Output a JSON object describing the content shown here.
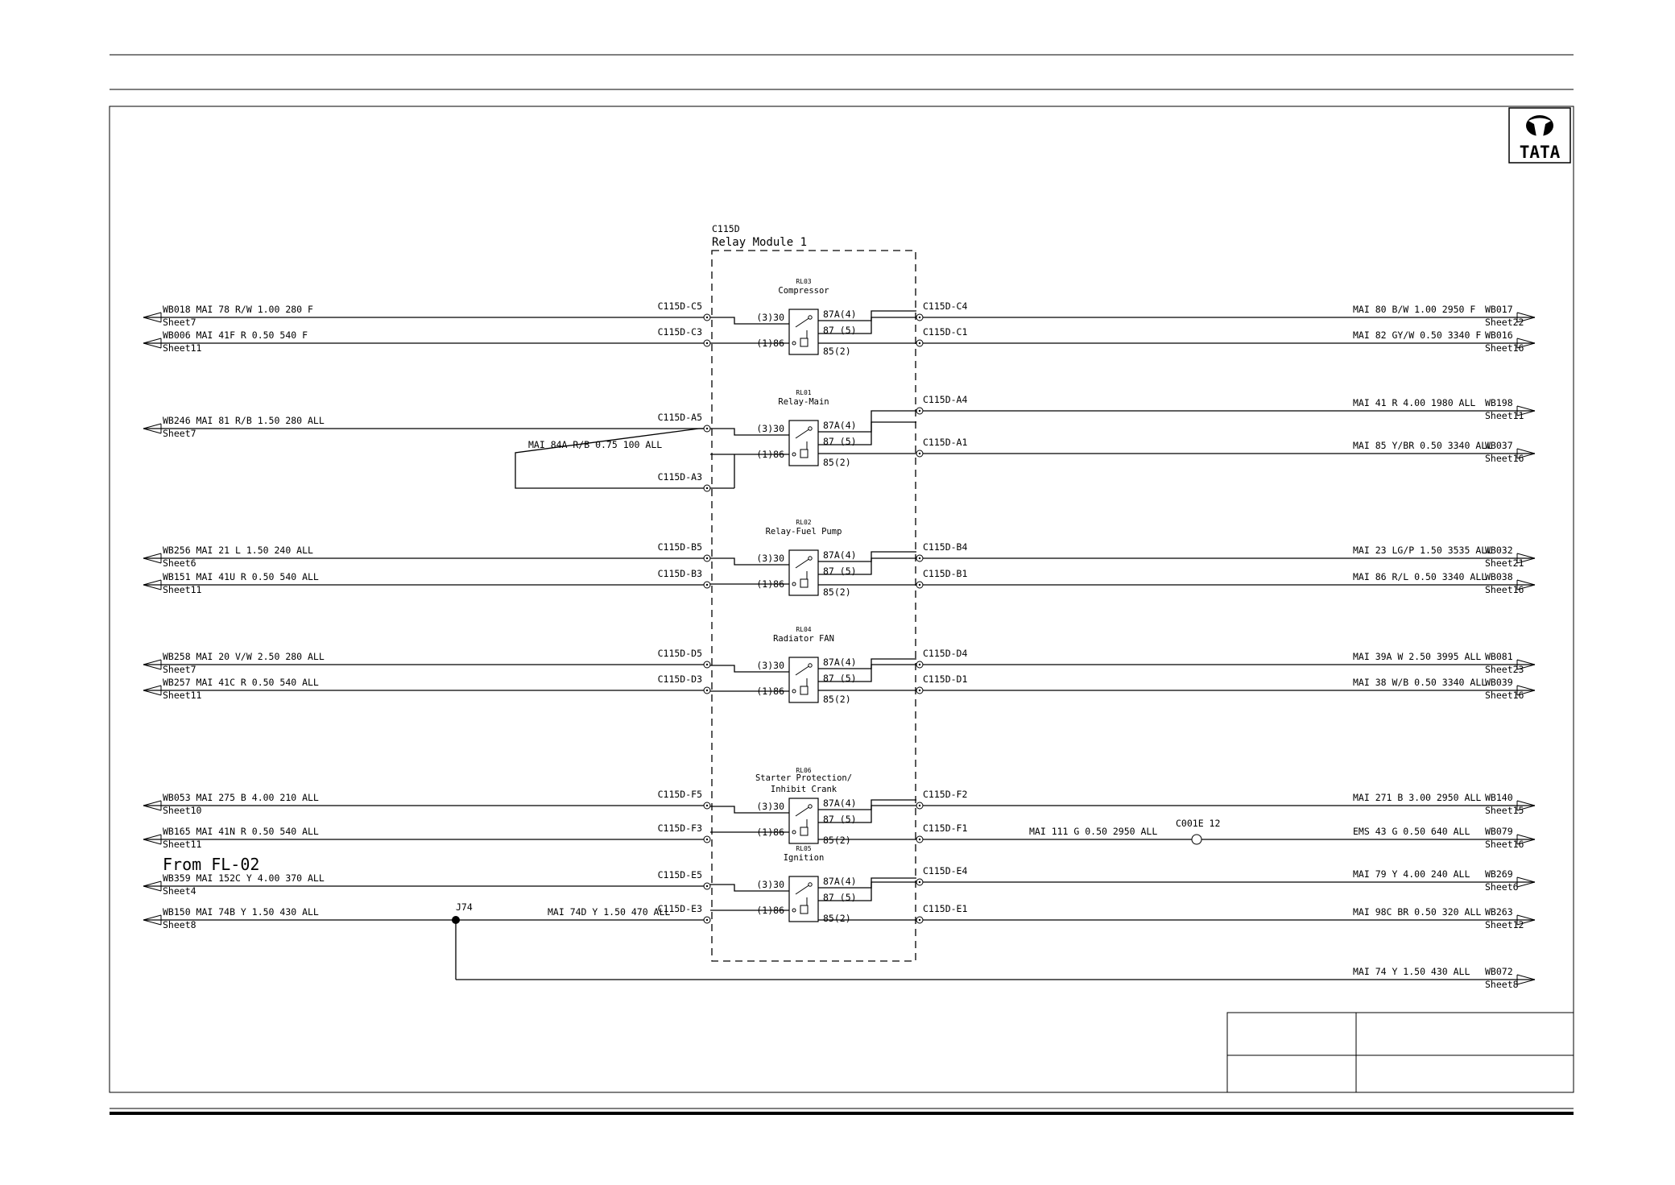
{
  "logo": {
    "text": "TATA"
  },
  "module": {
    "id": "C115D",
    "name": "Relay Module 1"
  },
  "from_label": "From FL-02",
  "relays": [
    {
      "id": "RL03",
      "name": "Compressor",
      "pin30": "(3)30",
      "pin86": "(1)86",
      "pin87a": "87A(4)",
      "pin87": "87 (5)",
      "pin85": "85(2)"
    },
    {
      "id": "RL01",
      "name": "Relay-Main",
      "pin30": "(3)30",
      "pin86": "(1)86",
      "pin87a": "87A(4)",
      "pin87": "87 (5)",
      "pin85": "85(2)"
    },
    {
      "id": "RL02",
      "name": "Relay-Fuel Pump",
      "pin30": "(3)30",
      "pin86": "(1)86",
      "pin87a": "87A(4)",
      "pin87": "87 (5)",
      "pin85": "85(2)"
    },
    {
      "id": "RL04",
      "name": "Radiator FAN",
      "pin30": "(3)30",
      "pin86": "(1)86",
      "pin87a": "87A(4)",
      "pin87": "87 (5)",
      "pin85": "85(2)"
    },
    {
      "id": "RL06",
      "name": "Starter Protection/",
      "name2": "Inhibit Crank",
      "pin30": "(3)30",
      "pin86": "(1)86",
      "pin87a": "87A(4)",
      "pin87": "87 (5)",
      "pin85": "85(2)"
    },
    {
      "id": "RL05",
      "name": "Ignition",
      "pin30": "(3)30",
      "pin86": "(1)86",
      "pin87a": "87A(4)",
      "pin87": "87 (5)",
      "pin85": "85(2)"
    }
  ],
  "left_wires": [
    {
      "wire": "WB018",
      "label": "MAI   78 R/W 1.00 280 F",
      "sheet": "Sheet7",
      "pin": "C115D-C5"
    },
    {
      "wire": "WB006",
      "label": "MAI   41F R 0.50 540 F",
      "sheet": "Sheet11",
      "pin": "C115D-C3"
    },
    {
      "wire": "WB246",
      "label": "MAI   81 R/B 1.50 280 ALL",
      "sheet": "Sheet7",
      "pin": "C115D-A5"
    },
    {
      "wire": "WB256",
      "label": "MAI   21 L 1.50 240 ALL",
      "sheet": "Sheet6",
      "pin": "C115D-B5"
    },
    {
      "wire": "WB151",
      "label": "MAI  41U R 0.50 540 ALL",
      "sheet": "Sheet11",
      "pin": "C115D-B3"
    },
    {
      "wire": "WB258",
      "label": "MAI  20 V/W 2.50 280 ALL",
      "sheet": "Sheet7",
      "pin": "C115D-D5"
    },
    {
      "wire": "WB257",
      "label": "MAI  41C R 0.50 540 ALL",
      "sheet": "Sheet11",
      "pin": "C115D-D3"
    },
    {
      "wire": "WB053",
      "label": "MAI   275 B 4.00 210 ALL",
      "sheet": "Sheet10",
      "pin": "C115D-F5"
    },
    {
      "wire": "WB165",
      "label": "MAI   41N R 0.50 540 ALL",
      "sheet": "Sheet11",
      "pin": "C115D-F3"
    },
    {
      "wire": "WB359",
      "label": "MAI   152C Y 4.00 370 ALL",
      "sheet": "Sheet4",
      "pin": "C115D-E5"
    },
    {
      "wire": "WB150",
      "label": "MAI   74B Y 1.50 430 ALL",
      "sheet": "Sheet8",
      "pin": "C115D-E3"
    }
  ],
  "right_wires": [
    {
      "pin": "C115D-C4",
      "label": "MAI   80 B/W 1.00 2950 F",
      "wire": "WB017",
      "sheet": "Sheet22"
    },
    {
      "pin": "C115D-C1",
      "label": "MAI   82 GY/W 0.50 3340 F",
      "wire": "WB016",
      "sheet": "Sheet16"
    },
    {
      "pin": "C115D-A4",
      "label": "MAI   41 R 4.00 1980 ALL",
      "wire": "WB198",
      "sheet": "Sheet11"
    },
    {
      "pin": "C115D-A1",
      "label": "MAI   85 Y/BR 0.50 3340 ALL",
      "wire": "WB037",
      "sheet": "Sheet16"
    },
    {
      "pin": "C115D-B4",
      "label": "MAI   23 LG/P 1.50 3535 ALL",
      "wire": "WB032",
      "sheet": "Sheet21"
    },
    {
      "pin": "C115D-B1",
      "label": "MAI   86 R/L 0.50 3340 ALL",
      "wire": "WB038",
      "sheet": "Sheet16"
    },
    {
      "pin": "C115D-D4",
      "label": "MAI   39A W 2.50 3995 ALL",
      "wire": "WB081",
      "sheet": "Sheet23"
    },
    {
      "pin": "C115D-D1",
      "label": "MAI   38 W/B 0.50 3340 ALL",
      "wire": "WB039",
      "sheet": "Sheet16"
    },
    {
      "pin": "C115D-F2",
      "label": "MAI    271 B 3.00 2950 ALL",
      "wire": "WB140",
      "sheet": "Sheet15"
    },
    {
      "pin": "C115D-F1",
      "label": "EMS   43 G 0.50 640 ALL",
      "wire": "WB079",
      "sheet": "Sheet16"
    },
    {
      "pin": "C115D-E4",
      "label": "MAI  79 Y 4.00 240 ALL",
      "wire": "WB269",
      "sheet": "Sheet6"
    },
    {
      "pin": "C115D-E1",
      "label": "MAI  98C BR 0.50 320 ALL",
      "wire": "WB263",
      "sheet": "Sheet12"
    },
    {
      "pin": "",
      "label": "MAI  74 Y 1.50 430 ALL",
      "wire": "WB072",
      "sheet": "Sheet8"
    }
  ],
  "internal": {
    "a5_loop_label": "MAI 84A R/B 0.75 100 ALL",
    "a3_pin": "C115D-A3",
    "f1_mid_label": "MAI    111 G 0.50 2950 ALL",
    "f1_connector": "C001E  12",
    "splice": "J74",
    "e3_mid_label": "MAI  74D Y 1.50 470 ALL"
  }
}
